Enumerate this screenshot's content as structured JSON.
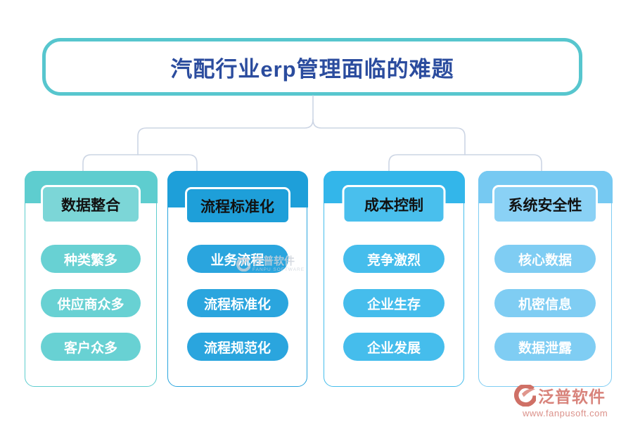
{
  "title": {
    "text": "汽配行业erp管理面临的难题"
  },
  "columns": [
    {
      "header": "数据整合",
      "items": [
        "种类繁多",
        "供应商众多",
        "客户众多"
      ],
      "palette": {
        "band": "#5ecdcf",
        "header_fill": "#7cd6d7",
        "pill": "#68d1d3",
        "border": "#5ecdcf"
      }
    },
    {
      "header": "流程标准化",
      "items": [
        "业务流程",
        "流程标准化",
        "流程规范化"
      ],
      "palette": {
        "band": "#1e9fd9",
        "header_fill": "#1e9fd9",
        "pill": "#2aa5de",
        "border": "#2aa5de"
      }
    },
    {
      "header": "成本控制",
      "items": [
        "竞争激烈",
        "企业生存",
        "企业发展"
      ],
      "palette": {
        "band": "#33b6ea",
        "header_fill": "#49bfed",
        "pill": "#45bdec",
        "border": "#45bdec"
      }
    },
    {
      "header": "系统安全性",
      "items": [
        "核心数据",
        "机密信息",
        "数据泄露"
      ],
      "palette": {
        "band": "#76c9f2",
        "header_fill": "#8ad1f5",
        "pill": "#7fcdf3",
        "border": "#7fcdf3"
      }
    }
  ],
  "watermark_center": {
    "brand": "泛普软件",
    "subtitle": "FANPU SOFTWARE"
  },
  "footer": {
    "brand": "泛普软件",
    "url": "www.fanpusoft.com"
  },
  "colors": {
    "title_border": "#57c6ce",
    "title_text": "#2b4c9e",
    "connector": "#ccd5e4",
    "header_text": "#111111",
    "pill_text": "#ffffff",
    "footer_brand": "#d8837b",
    "background": "#ffffff"
  }
}
